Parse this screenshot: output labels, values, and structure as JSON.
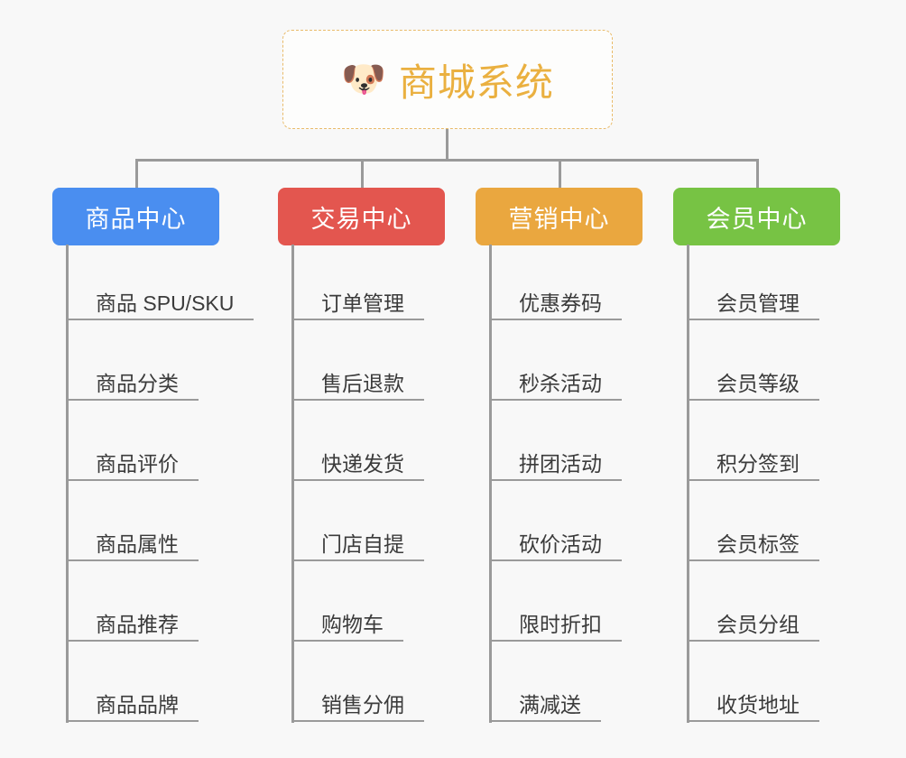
{
  "background_color": "#f8f8f8",
  "root": {
    "icon": "dog-face-emoji",
    "emoji": "🐶",
    "title": "商城系统",
    "title_color": "#eab040",
    "border_color": "#e9bb6a"
  },
  "connector_color": "#9a9a9a",
  "columns": [
    {
      "id": "product-center",
      "header": "商品中心",
      "color": "#4a8ef0",
      "items": [
        "商品 SPU/SKU",
        "商品分类",
        "商品评价",
        "商品属性",
        "商品推荐",
        "商品品牌"
      ]
    },
    {
      "id": "trade-center",
      "header": "交易中心",
      "color": "#e3564f",
      "items": [
        "订单管理",
        "售后退款",
        "快递发货",
        "门店自提",
        "购物车",
        "销售分佣"
      ]
    },
    {
      "id": "marketing-center",
      "header": "营销中心",
      "color": "#eaa73f",
      "items": [
        "优惠券码",
        "秒杀活动",
        "拼团活动",
        "砍价活动",
        "限时折扣",
        "满减送"
      ]
    },
    {
      "id": "member-center",
      "header": "会员中心",
      "color": "#77c344",
      "items": [
        "会员管理",
        "会员等级",
        "积分签到",
        "会员标签",
        "会员分组",
        "收货地址"
      ]
    }
  ]
}
